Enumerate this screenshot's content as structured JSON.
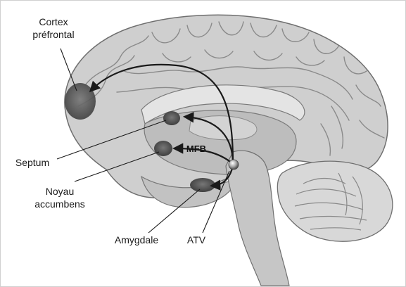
{
  "labels": {
    "cortex_line1": "Cortex",
    "cortex_line2": "préfrontal",
    "septum": "Septum",
    "noyau_line1": "Noyau",
    "noyau_line2": "accumbens",
    "amygdale": "Amygdale",
    "atv": "ATV",
    "mfb": "MFB"
  },
  "colors": {
    "cortex_fill": "#cfcfcf",
    "gyrus_line": "#8a8a8a",
    "inner_fill": "#b9b9b9",
    "region_spot": "#5a5a5a",
    "pathway": "#1a1a1a",
    "cerebellum": "#d8d8d8",
    "brainstem": "#c6c6c6"
  }
}
